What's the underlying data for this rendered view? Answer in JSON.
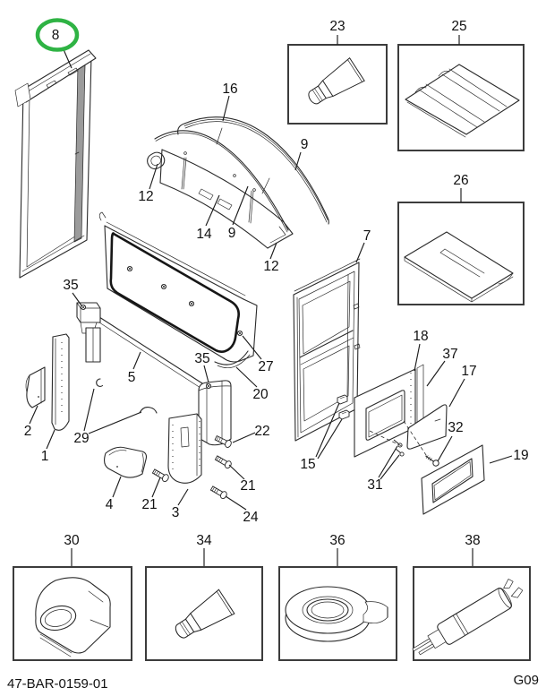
{
  "page": {
    "footer_left": "47-BAR-0159-01",
    "footer_right": "G09"
  },
  "highlight": {
    "color": "#2fb344",
    "applies_to": "callout-8"
  },
  "callouts": [
    {
      "label": "8"
    },
    {
      "label": "23"
    },
    {
      "label": "25"
    },
    {
      "label": "16"
    },
    {
      "label": "9"
    },
    {
      "label": "12"
    },
    {
      "label": "14"
    },
    {
      "label": "9"
    },
    {
      "label": "12"
    },
    {
      "label": "26"
    },
    {
      "label": "7"
    },
    {
      "label": "35"
    },
    {
      "label": "5"
    },
    {
      "label": "27"
    },
    {
      "label": "20"
    },
    {
      "label": "18"
    },
    {
      "label": "37"
    },
    {
      "label": "17"
    },
    {
      "label": "32"
    },
    {
      "label": "19"
    },
    {
      "label": "2"
    },
    {
      "label": "1"
    },
    {
      "label": "29"
    },
    {
      "label": "35"
    },
    {
      "label": "22"
    },
    {
      "label": "15"
    },
    {
      "label": "31"
    },
    {
      "label": "4"
    },
    {
      "label": "21"
    },
    {
      "label": "3"
    },
    {
      "label": "21"
    },
    {
      "label": "24"
    },
    {
      "label": "30"
    },
    {
      "label": "34"
    },
    {
      "label": "36"
    },
    {
      "label": "38"
    }
  ]
}
